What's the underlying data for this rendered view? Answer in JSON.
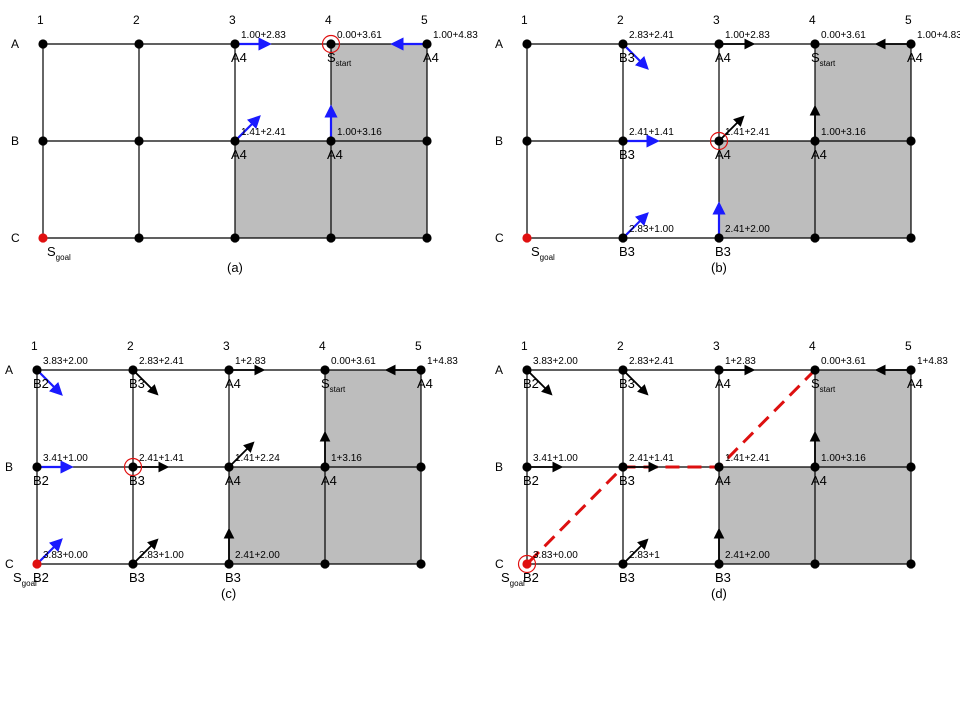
{
  "colors": {
    "shaded": "#bdbdbd",
    "blue_arrow": "#1a1aff",
    "black_arrow": "#000000",
    "goal_node": "#e01010",
    "current_ring": "#e01010",
    "path": "#dd1010"
  },
  "panels": [
    {
      "caption": "(a)",
      "col_labels": [
        "1",
        "2",
        "3",
        "4",
        "5"
      ],
      "row_labels": [
        "A",
        "B",
        "C"
      ],
      "shaded": [
        [
          3,
          0
        ],
        [
          2,
          1
        ],
        [
          3,
          1
        ]
      ],
      "current": [
        3,
        0
      ],
      "start_text": "S",
      "start_sub": "start",
      "goal_text": "S",
      "goal_sub": "goal",
      "arrows": [
        {
          "at": [
            2,
            0
          ],
          "dir": [
            1,
            0
          ],
          "color": "blue"
        },
        {
          "at": [
            4,
            0
          ],
          "dir": [
            -1,
            0
          ],
          "color": "blue"
        },
        {
          "at": [
            2,
            1
          ],
          "dir": [
            1,
            -1
          ],
          "color": "blue"
        },
        {
          "at": [
            3,
            1
          ],
          "dir": [
            0,
            -1
          ],
          "color": "blue"
        }
      ],
      "costs": [
        {
          "at": [
            2,
            0
          ],
          "text": "1.00+2.83"
        },
        {
          "at": [
            3,
            0
          ],
          "text": "0.00+3.61"
        },
        {
          "at": [
            4,
            0
          ],
          "text": "1.00+4.83"
        },
        {
          "at": [
            2,
            1
          ],
          "text": "1.41+2.41"
        },
        {
          "at": [
            3,
            1
          ],
          "text": "1.00+3.16"
        }
      ],
      "parents": [
        {
          "at": [
            2,
            0
          ],
          "text": "A4"
        },
        {
          "at": [
            4,
            0
          ],
          "text": "A4"
        },
        {
          "at": [
            2,
            1
          ],
          "text": "A4"
        },
        {
          "at": [
            3,
            1
          ],
          "text": "A4"
        }
      ],
      "path": []
    },
    {
      "caption": "(b)",
      "col_labels": [
        "1",
        "2",
        "3",
        "4",
        "5"
      ],
      "row_labels": [
        "A",
        "B",
        "C"
      ],
      "shaded": [
        [
          3,
          0
        ],
        [
          2,
          1
        ],
        [
          3,
          1
        ]
      ],
      "current": [
        2,
        1
      ],
      "start_text": "S",
      "start_sub": "start",
      "goal_text": "S",
      "goal_sub": "goal",
      "arrows": [
        {
          "at": [
            2,
            0
          ],
          "dir": [
            1,
            0
          ],
          "color": "black"
        },
        {
          "at": [
            4,
            0
          ],
          "dir": [
            -1,
            0
          ],
          "color": "black"
        },
        {
          "at": [
            2,
            1
          ],
          "dir": [
            1,
            -1
          ],
          "color": "black"
        },
        {
          "at": [
            3,
            1
          ],
          "dir": [
            0,
            -1
          ],
          "color": "black"
        },
        {
          "at": [
            1,
            0
          ],
          "dir": [
            1,
            1
          ],
          "color": "blue"
        },
        {
          "at": [
            1,
            1
          ],
          "dir": [
            1,
            0
          ],
          "color": "blue"
        },
        {
          "at": [
            1,
            2
          ],
          "dir": [
            1,
            -1
          ],
          "color": "blue"
        },
        {
          "at": [
            2,
            2
          ],
          "dir": [
            0,
            -1
          ],
          "color": "blue"
        }
      ],
      "costs": [
        {
          "at": [
            1,
            0
          ],
          "text": "2.83+2.41"
        },
        {
          "at": [
            2,
            0
          ],
          "text": "1.00+2.83"
        },
        {
          "at": [
            3,
            0
          ],
          "text": "0.00+3.61"
        },
        {
          "at": [
            4,
            0
          ],
          "text": "1.00+4.83"
        },
        {
          "at": [
            1,
            1
          ],
          "text": "2.41+1.41"
        },
        {
          "at": [
            2,
            1
          ],
          "text": "1.41+2.41"
        },
        {
          "at": [
            3,
            1
          ],
          "text": "1.00+3.16"
        },
        {
          "at": [
            1,
            2
          ],
          "text": "2.83+1.00"
        },
        {
          "at": [
            2,
            2
          ],
          "text": "2.41+2.00"
        }
      ],
      "parents": [
        {
          "at": [
            1,
            0
          ],
          "text": "B3"
        },
        {
          "at": [
            2,
            0
          ],
          "text": "A4"
        },
        {
          "at": [
            4,
            0
          ],
          "text": "A4"
        },
        {
          "at": [
            1,
            1
          ],
          "text": "B3"
        },
        {
          "at": [
            2,
            1
          ],
          "text": "A4"
        },
        {
          "at": [
            3,
            1
          ],
          "text": "A4"
        },
        {
          "at": [
            1,
            2
          ],
          "text": "B3"
        },
        {
          "at": [
            2,
            2
          ],
          "text": "B3"
        }
      ],
      "path": []
    },
    {
      "caption": "(c)",
      "col_labels": [
        "1",
        "2",
        "3",
        "4",
        "5"
      ],
      "row_labels": [
        "A",
        "B",
        "C"
      ],
      "shaded": [
        [
          3,
          0
        ],
        [
          2,
          1
        ],
        [
          3,
          1
        ]
      ],
      "current": [
        1,
        1
      ],
      "start_text": "S",
      "start_sub": "start",
      "goal_text": "S",
      "goal_sub": "goal",
      "arrows": [
        {
          "at": [
            2,
            0
          ],
          "dir": [
            1,
            0
          ],
          "color": "black"
        },
        {
          "at": [
            4,
            0
          ],
          "dir": [
            -1,
            0
          ],
          "color": "black"
        },
        {
          "at": [
            2,
            1
          ],
          "dir": [
            1,
            -1
          ],
          "color": "black"
        },
        {
          "at": [
            3,
            1
          ],
          "dir": [
            0,
            -1
          ],
          "color": "black"
        },
        {
          "at": [
            1,
            0
          ],
          "dir": [
            1,
            1
          ],
          "color": "black"
        },
        {
          "at": [
            1,
            1
          ],
          "dir": [
            1,
            0
          ],
          "color": "black"
        },
        {
          "at": [
            1,
            2
          ],
          "dir": [
            1,
            -1
          ],
          "color": "black"
        },
        {
          "at": [
            2,
            2
          ],
          "dir": [
            0,
            -1
          ],
          "color": "black"
        },
        {
          "at": [
            0,
            0
          ],
          "dir": [
            1,
            1
          ],
          "color": "blue"
        },
        {
          "at": [
            0,
            1
          ],
          "dir": [
            1,
            0
          ],
          "color": "blue"
        },
        {
          "at": [
            0,
            2
          ],
          "dir": [
            1,
            -1
          ],
          "color": "blue"
        }
      ],
      "costs": [
        {
          "at": [
            0,
            0
          ],
          "text": "3.83+2.00"
        },
        {
          "at": [
            1,
            0
          ],
          "text": "2.83+2.41"
        },
        {
          "at": [
            2,
            0
          ],
          "text": "1+2.83"
        },
        {
          "at": [
            3,
            0
          ],
          "text": "0.00+3.61"
        },
        {
          "at": [
            4,
            0
          ],
          "text": "1+4.83"
        },
        {
          "at": [
            0,
            1
          ],
          "text": "3.41+1.00"
        },
        {
          "at": [
            1,
            1
          ],
          "text": "2.41+1.41"
        },
        {
          "at": [
            2,
            1
          ],
          "text": "1.41+2.24"
        },
        {
          "at": [
            3,
            1
          ],
          "text": "1+3.16"
        },
        {
          "at": [
            0,
            2
          ],
          "text": "3.83+0.00"
        },
        {
          "at": [
            1,
            2
          ],
          "text": "2.83+1.00"
        },
        {
          "at": [
            2,
            2
          ],
          "text": "2.41+2.00"
        }
      ],
      "parents": [
        {
          "at": [
            0,
            0
          ],
          "text": "B2"
        },
        {
          "at": [
            1,
            0
          ],
          "text": "B3"
        },
        {
          "at": [
            2,
            0
          ],
          "text": "A4"
        },
        {
          "at": [
            4,
            0
          ],
          "text": "A4"
        },
        {
          "at": [
            0,
            1
          ],
          "text": "B2"
        },
        {
          "at": [
            1,
            1
          ],
          "text": "B3"
        },
        {
          "at": [
            2,
            1
          ],
          "text": "A4"
        },
        {
          "at": [
            3,
            1
          ],
          "text": "A4"
        },
        {
          "at": [
            0,
            2
          ],
          "text": "B2"
        },
        {
          "at": [
            1,
            2
          ],
          "text": "B3"
        },
        {
          "at": [
            2,
            2
          ],
          "text": "B3"
        }
      ],
      "path": []
    },
    {
      "caption": "(d)",
      "col_labels": [
        "1",
        "2",
        "3",
        "4",
        "5"
      ],
      "row_labels": [
        "A",
        "B",
        "C"
      ],
      "shaded": [
        [
          3,
          0
        ],
        [
          2,
          1
        ],
        [
          3,
          1
        ]
      ],
      "current": [
        0,
        2
      ],
      "start_text": "S",
      "start_sub": "start",
      "goal_text": "S",
      "goal_sub": "goal",
      "arrows": [
        {
          "at": [
            2,
            0
          ],
          "dir": [
            1,
            0
          ],
          "color": "black"
        },
        {
          "at": [
            4,
            0
          ],
          "dir": [
            -1,
            0
          ],
          "color": "black"
        },
        {
          "at": [
            3,
            1
          ],
          "dir": [
            0,
            -1
          ],
          "color": "black"
        },
        {
          "at": [
            1,
            0
          ],
          "dir": [
            1,
            1
          ],
          "color": "black"
        },
        {
          "at": [
            1,
            1
          ],
          "dir": [
            1,
            0
          ],
          "color": "black"
        },
        {
          "at": [
            1,
            2
          ],
          "dir": [
            1,
            -1
          ],
          "color": "black"
        },
        {
          "at": [
            2,
            2
          ],
          "dir": [
            0,
            -1
          ],
          "color": "black"
        },
        {
          "at": [
            0,
            0
          ],
          "dir": [
            1,
            1
          ],
          "color": "black"
        },
        {
          "at": [
            0,
            1
          ],
          "dir": [
            1,
            0
          ],
          "color": "black"
        }
      ],
      "costs": [
        {
          "at": [
            0,
            0
          ],
          "text": "3.83+2.00"
        },
        {
          "at": [
            1,
            0
          ],
          "text": "2.83+2.41"
        },
        {
          "at": [
            2,
            0
          ],
          "text": "1+2.83"
        },
        {
          "at": [
            3,
            0
          ],
          "text": "0.00+3.61"
        },
        {
          "at": [
            4,
            0
          ],
          "text": "1+4.83"
        },
        {
          "at": [
            0,
            1
          ],
          "text": "3.41+1.00"
        },
        {
          "at": [
            1,
            1
          ],
          "text": "2.41+1.41"
        },
        {
          "at": [
            2,
            1
          ],
          "text": "1.41+2.41"
        },
        {
          "at": [
            3,
            1
          ],
          "text": "1.00+3.16"
        },
        {
          "at": [
            0,
            2
          ],
          "text": "3.83+0.00"
        },
        {
          "at": [
            1,
            2
          ],
          "text": "2.83+1"
        },
        {
          "at": [
            2,
            2
          ],
          "text": "2.41+2.00"
        }
      ],
      "parents": [
        {
          "at": [
            0,
            0
          ],
          "text": "B2"
        },
        {
          "at": [
            1,
            0
          ],
          "text": "B3"
        },
        {
          "at": [
            2,
            0
          ],
          "text": "A4"
        },
        {
          "at": [
            4,
            0
          ],
          "text": "A4"
        },
        {
          "at": [
            0,
            1
          ],
          "text": "B2"
        },
        {
          "at": [
            1,
            1
          ],
          "text": "B3"
        },
        {
          "at": [
            2,
            1
          ],
          "text": "A4"
        },
        {
          "at": [
            3,
            1
          ],
          "text": "A4"
        },
        {
          "at": [
            0,
            2
          ],
          "text": "B2"
        },
        {
          "at": [
            1,
            2
          ],
          "text": "B3"
        },
        {
          "at": [
            2,
            2
          ],
          "text": "B3"
        }
      ],
      "path": [
        [
          3,
          0
        ],
        [
          2,
          1
        ],
        [
          1,
          1
        ],
        [
          0,
          2
        ]
      ]
    }
  ]
}
